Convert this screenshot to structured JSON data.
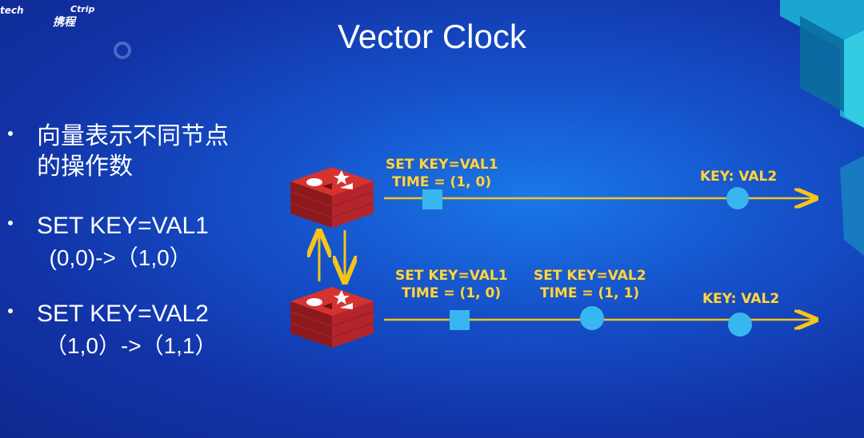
{
  "logos": {
    "tech": "tech",
    "ctrip_en": "Ctrip",
    "ctrip_cn": "携程"
  },
  "title": "Vector Clock",
  "bullets": [
    {
      "lines": [
        "向量表示不同节点",
        "的操作数"
      ]
    },
    {
      "lines": [
        "SET KEY=VAL1",
        "  (0,0)->（1,0）"
      ]
    },
    {
      "lines": [
        "SET KEY=VAL2",
        "（1,0）->（1,1）"
      ]
    }
  ],
  "diagram": {
    "top": {
      "event1": {
        "line1": "SET KEY=VAL1",
        "line2": "TIME = (1, 0)"
      },
      "event2": {
        "line1": "KEY: VAL2"
      }
    },
    "bottom": {
      "event1": {
        "line1": "SET KEY=VAL1",
        "line2": "TIME = (1, 0)"
      },
      "event2": {
        "line1": "SET KEY=VAL2",
        "line2": "TIME = (1, 1)"
      },
      "event3": {
        "line1": "KEY: VAL2"
      }
    },
    "colors": {
      "timeline": "#f5c518",
      "marker": "#38b6f0",
      "redis": "#c8292c",
      "label": "#f5d45a"
    }
  }
}
